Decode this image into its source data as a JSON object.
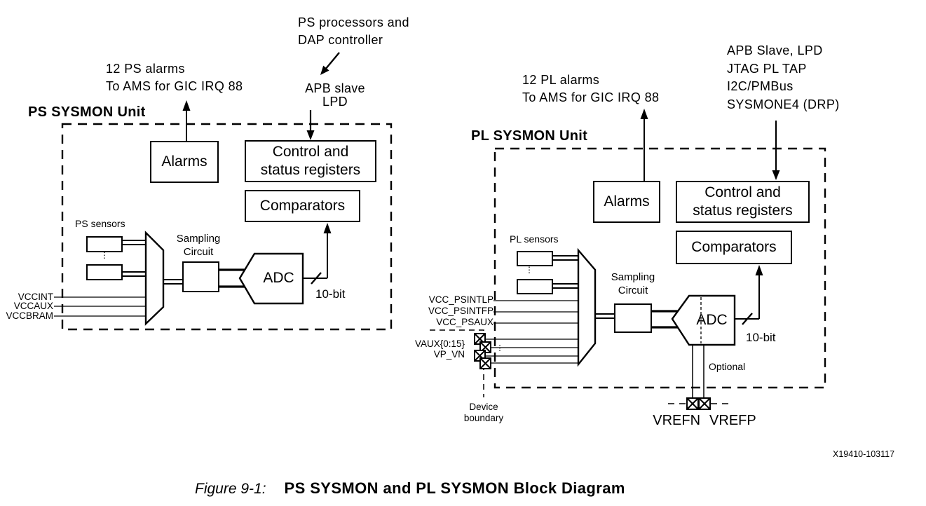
{
  "colors": {
    "ink": "#000000",
    "background": "#ffffff"
  },
  "caption": {
    "label": "Figure 9-1:",
    "title": "PS SYSMON and PL SYSMON Block Diagram"
  },
  "figure_id": "X19410-103117",
  "ps_unit": {
    "title": "PS SYSMON Unit",
    "external_note": [
      "PS processors and",
      "DAP controller"
    ],
    "bus_label": [
      "APB slave",
      "LPD"
    ],
    "alarm_note": [
      "12 PS alarms",
      "To AMS for GIC IRQ 88"
    ],
    "blocks": {
      "alarms": "Alarms",
      "csr": [
        "Control and",
        "status registers"
      ],
      "comparators": "Comparators"
    },
    "sensors_label": "PS sensors",
    "sampling_label": [
      "Sampling",
      "Circuit"
    ],
    "adc": "ADC",
    "adc_bus_width": "10-bit",
    "supply_inputs": [
      "VCCINT",
      "VCCAUX",
      "VCCBRAM"
    ],
    "ellipsis": "⋮"
  },
  "pl_unit": {
    "title": "PL SYSMON Unit",
    "interface_note": [
      "APB Slave, LPD",
      "JTAG PL TAP",
      "I2C/PMBus",
      "SYSMONE4 (DRP)"
    ],
    "alarm_note": [
      "12 PL alarms",
      "To AMS for GIC IRQ 88"
    ],
    "blocks": {
      "alarms": "Alarms",
      "csr": [
        "Control and",
        "status registers"
      ],
      "comparators": "Comparators"
    },
    "sensors_label": "PL sensors",
    "sampling_label": [
      "Sampling",
      "Circuit"
    ],
    "adc": "ADC",
    "adc_bus_width": "10-bit",
    "supply_inputs": [
      "VCC_PSINTLP",
      "VCC_PSINTFP",
      "VCC_PSAUX"
    ],
    "aux_inputs": [
      "VAUX{0:15}",
      "VP_VN"
    ],
    "optional_label": "Optional",
    "vref_labels": [
      "VREFN",
      "VREFP"
    ],
    "device_boundary": [
      "Device",
      "boundary"
    ],
    "ellipsis": "⋮"
  }
}
